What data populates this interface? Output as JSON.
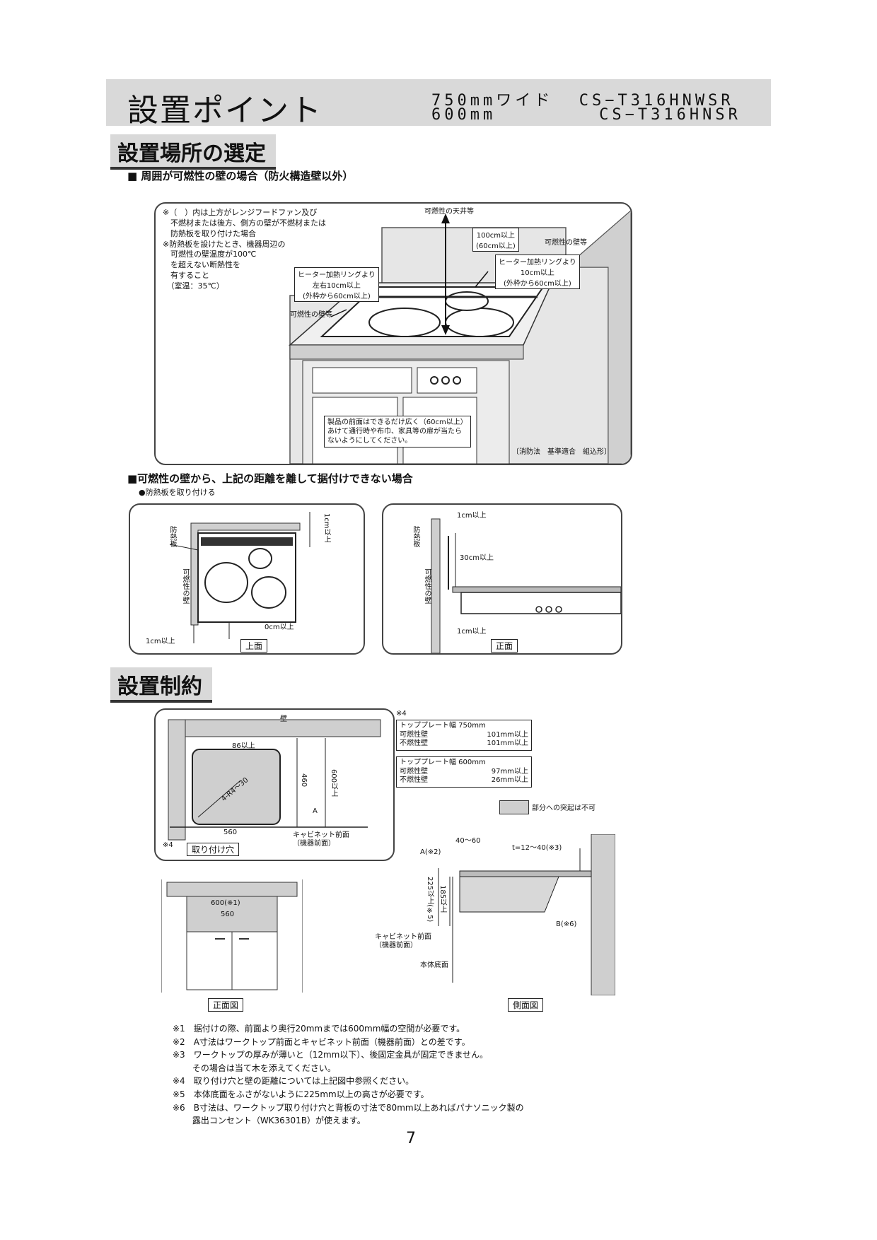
{
  "header": {
    "title": "設置ポイント",
    "model_line1": "750mmワイド  CS−T316HNWSR",
    "model_line2": "600mm        CS−T316HNSR"
  },
  "sec1": {
    "title": "設置場所の選定",
    "sub1": "■ 周囲が可燃性の壁の場合（防火構造壁以外）",
    "note_lines": [
      "※（　）内は上方がレンジフードファン及び",
      "　不燃材または後方、側方の壁が不燃材または",
      "　防熱板を取り付けた場合",
      "※防熱板を設けたとき、機器周辺の",
      "　可燃性の壁温度が100℃",
      "　を超えない断熱性を",
      "　有すること",
      "　（室温：35℃）"
    ],
    "ceiling": "可燃性の天井等",
    "dist_top": "100cm以上",
    "dist_top_sub": "(60cm以上)",
    "wall_right": "可燃性の壁等",
    "heater_back": "ヒーター加熱リングより",
    "heater_back_2": "10cm以上",
    "heater_back_sub": "(外枠から60cm以上)",
    "heater_side": "ヒーター加熱リングより",
    "heater_side_2": "左右10cm以上",
    "heater_side_sub": "(外枠から60cm以上)",
    "wall_left": "可燃性の壁等",
    "front_note_1": "製品の前面はできるだけ広く（60cm以上）",
    "front_note_2": "あけて通行時や布巾、家具等の扉が当たら",
    "front_note_3": "ないようにしてください。",
    "fire_law": "〔消防法　基準適合　組込形〕",
    "sub2": "■可燃性の壁から、上記の距離を離して据付けできない場合",
    "sub2b": "●防熱板を取り付ける",
    "top_view": {
      "plate": "防熱板",
      "wall": "可燃性の壁",
      "d1": "1cm以上",
      "d0": "0cm以上",
      "d1b": "1cm以上",
      "label": "上面"
    },
    "front_view": {
      "plate": "防熱板",
      "wall": "可燃性の壁",
      "d1": "1cm以上",
      "d30": "30cm以上",
      "d1b": "1cm以上",
      "label": "正面"
    }
  },
  "sec2": {
    "title": "設置制約",
    "hole": {
      "wall": "壁",
      "d86": "86以上",
      "r": "4-R4〜30",
      "d460": "460",
      "d600": "600以上",
      "a": "A",
      "d560": "560",
      "cabinet": "キャビネット前面",
      "cabinet2": "（機器前面）",
      "note4": "※4",
      "label": "取り付け穴"
    },
    "table_note": "※4",
    "table750": {
      "head": "トッププレート幅 750mm",
      "r1a": "可燃性壁",
      "r1b": "101mm以上",
      "r2a": "不燃性壁",
      "r2b": "101mm以上"
    },
    "table600": {
      "head": "トッププレート幅 600mm",
      "r1a": "可燃性壁",
      "r1b": "97mm以上",
      "r2a": "不燃性壁",
      "r2b": "26mm以上"
    },
    "legend": "部分への突起は不可",
    "front": {
      "d600": "600(※1)",
      "d560": "560",
      "label": "正面図"
    },
    "side": {
      "d4060": "40〜60",
      "t": "t=12〜40(※3)",
      "a": "A(※2)",
      "d225": "225以上(※5)",
      "d185": "185以上",
      "cabinet": "キャビネット前面",
      "cabinet2": "（機器前面）",
      "bottom": "本体底面",
      "b": "B(※6)",
      "label": "側面図"
    },
    "notes": [
      "※1　据付けの際、前面より奥行20mmまでは600mm幅の空間が必要です。",
      "※2　A寸法はワークトップ前面とキャビネット前面（機器前面）との差です。",
      "※3　ワークトップの厚みが薄いと（12mm以下）、後固定金具が固定できません。",
      "　　 その場合は当て木を添えてください。",
      "※4　取り付け穴と壁の距離については上記図中参照ください。",
      "※5　本体底面をふさがないように225mm以上の高さが必要です。",
      "※6　B寸法は、ワークトップ取り付け穴と背板の寸法で80mm以上あればパナソニック製の",
      "　　 露出コンセント（WK36301B）が使えます。"
    ]
  },
  "page_number": "7"
}
